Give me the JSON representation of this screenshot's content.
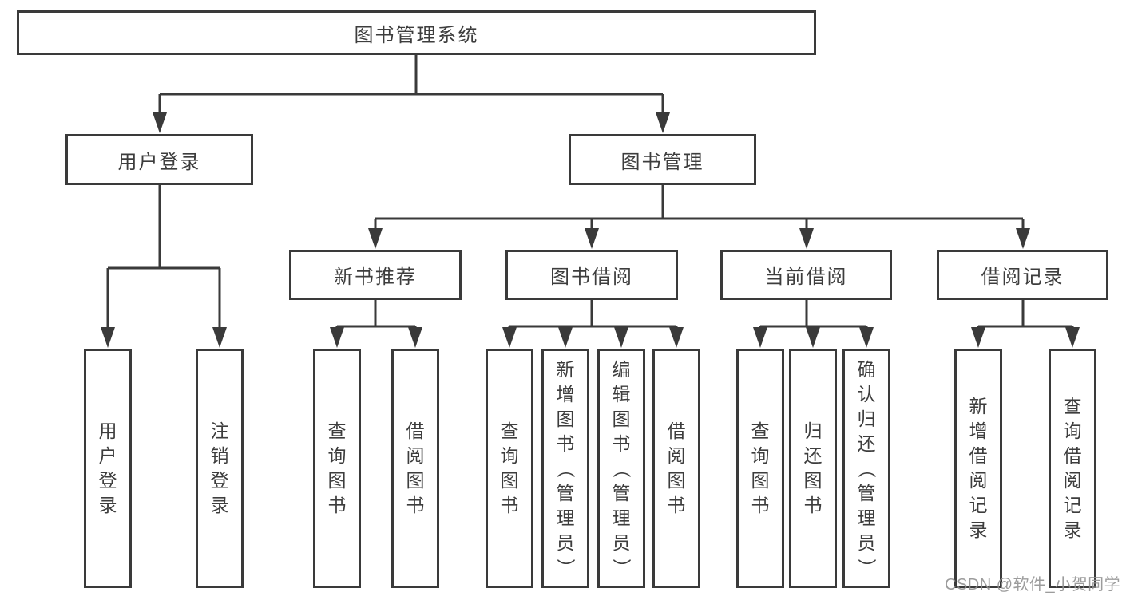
{
  "colors": {
    "line": "#3a3a3a",
    "box_border": "#3a3a3a",
    "text": "#3d3d3d",
    "background": "#ffffff",
    "watermark": "#919191"
  },
  "nodes": {
    "root": "图书管理系统",
    "user_login": "用户登录",
    "book_management": "图书管理",
    "new_book_recommend": "新书推荐",
    "book_borrowing": "图书借阅",
    "current_borrowing": "当前借阅",
    "borrowing_records": "借阅记录"
  },
  "leaves": {
    "user_login": "用户登录",
    "logout": "注销登录",
    "query_books_recommend": "查询图书",
    "borrow_books_recommend": "借阅图书",
    "query_books_borrowing": "查询图书",
    "add_books_admin": "新增图书（管理员）",
    "edit_books_admin": "编辑图书（管理员）",
    "borrow_books_borrowing": "借阅图书",
    "query_books_current": "查询图书",
    "return_books": "归还图书",
    "confirm_return_admin": "确认归还（管理员）",
    "add_borrow_record": "新增借阅记录",
    "query_borrow_record": "查询借阅记录"
  },
  "watermark": {
    "text": "CSDN @软件_小贺同学"
  }
}
